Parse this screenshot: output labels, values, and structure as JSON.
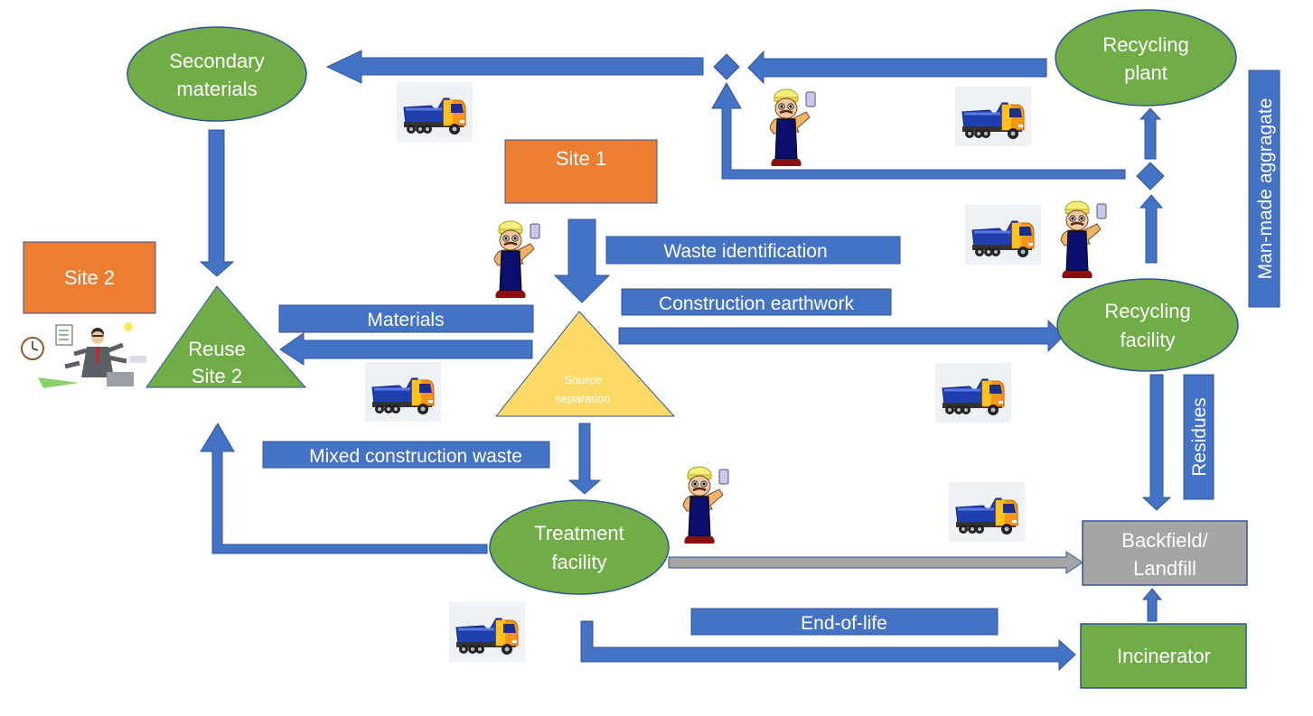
{
  "colors": {
    "arrow_blue": "#4472c4",
    "arrow_stroke": "#2f5597",
    "node_green": "#70ad47",
    "node_orange": "#ed7d31",
    "node_yellow": "#ffd966",
    "node_gray": "#a5a5a5",
    "text_white": "#ffffff"
  },
  "nodes": {
    "secondary_materials": {
      "line1": "Secondary",
      "line2": "materials"
    },
    "recycling_plant": {
      "line1": "Recycling",
      "line2": "plant"
    },
    "site1": {
      "label": "Site 1"
    },
    "site2": {
      "label": "Site 2"
    },
    "reuse_site2": {
      "line1": "Reuse",
      "line2": "Site 2"
    },
    "source_separation": {
      "line1": "Source",
      "line2": "separation"
    },
    "recycling_facility": {
      "line1": "Recycling",
      "line2": "facility"
    },
    "treatment_facility": {
      "line1": "Treatment",
      "line2": "facility"
    },
    "backfield_landfill": {
      "line1": "Backfield/",
      "line2": "Landfill"
    },
    "incinerator": {
      "label": "Incinerator"
    }
  },
  "flow_labels": {
    "waste_identification": "Waste identification",
    "construction_earthwork": "Construction earthwork",
    "materials": "Materials",
    "mixed_construction_waste": "Mixed construction waste",
    "end_of_life": "End-of-life",
    "man_made_aggregate": "Man-made aggragate",
    "residues": "Residues"
  },
  "icons": {
    "truck": "dump-truck-icon",
    "worker": "construction-worker-icon",
    "manager": "busy-manager-icon"
  }
}
